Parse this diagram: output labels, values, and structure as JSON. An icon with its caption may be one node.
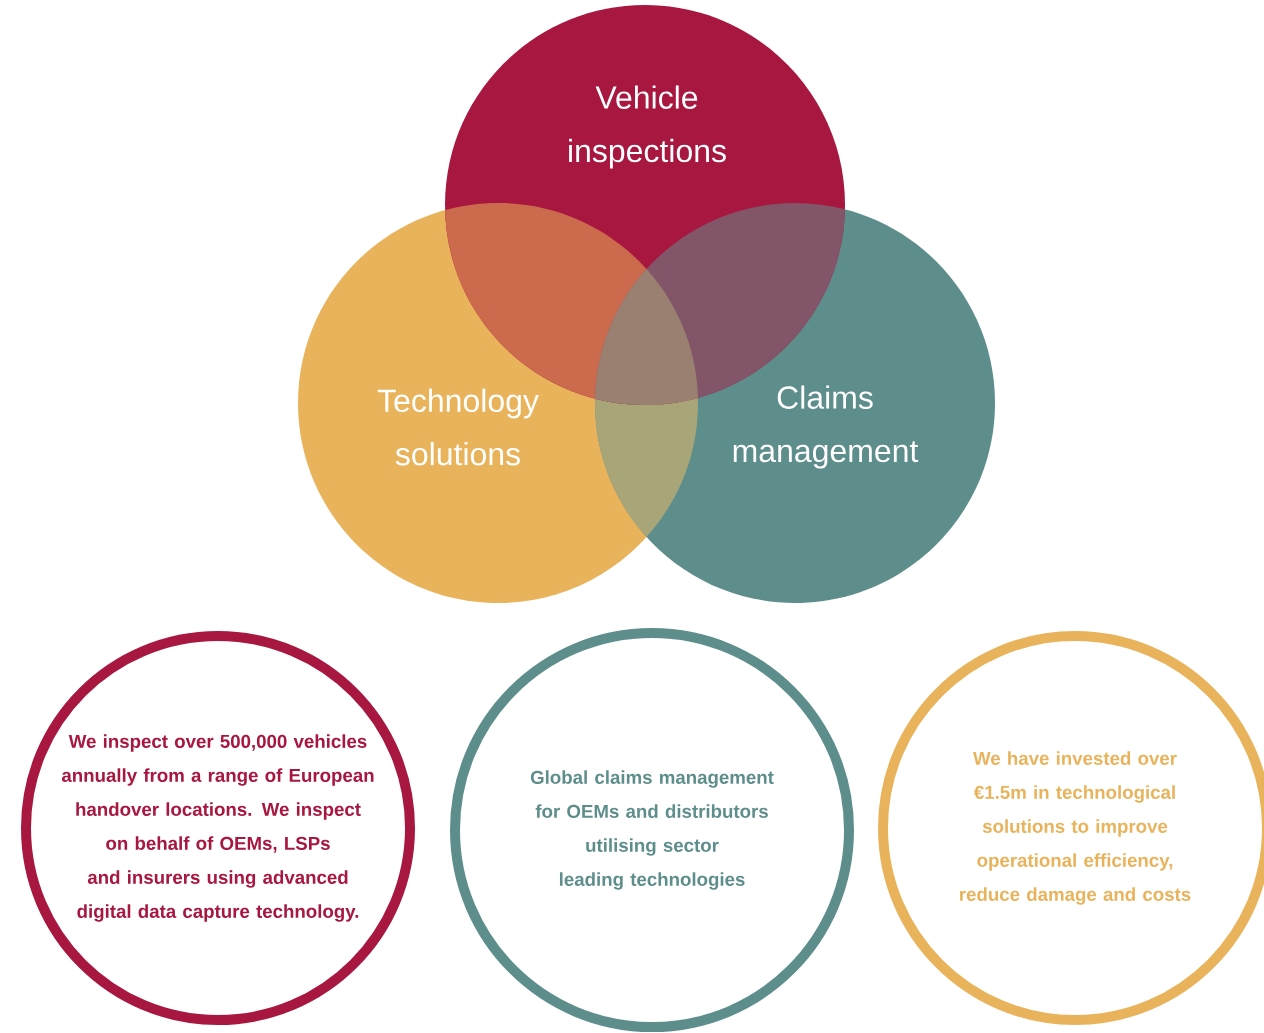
{
  "diagram": {
    "nodes": [
      {
        "text": [
          "Vehicle inspections"
        ]
      },
      {
        "text": [
          "Technology solutions"
        ]
      },
      {
        "text": [
          "Claims management"
        ]
      },
      {
        "text": [
          "We inspect over 500,000 vehicles annually from a range of European handover locations. We inspect on behalf of OEMs, LSPs and insurers using advanced digital data capture technology."
        ]
      },
      {
        "text": [
          "Global claims management for OEMs and distributors utilising sector leading technologies"
        ]
      },
      {
        "text": [
          "We have invested over €1.5m in technological solutions to improve operational efficiency, reduce damage and costs"
        ]
      }
    ]
  }
}
